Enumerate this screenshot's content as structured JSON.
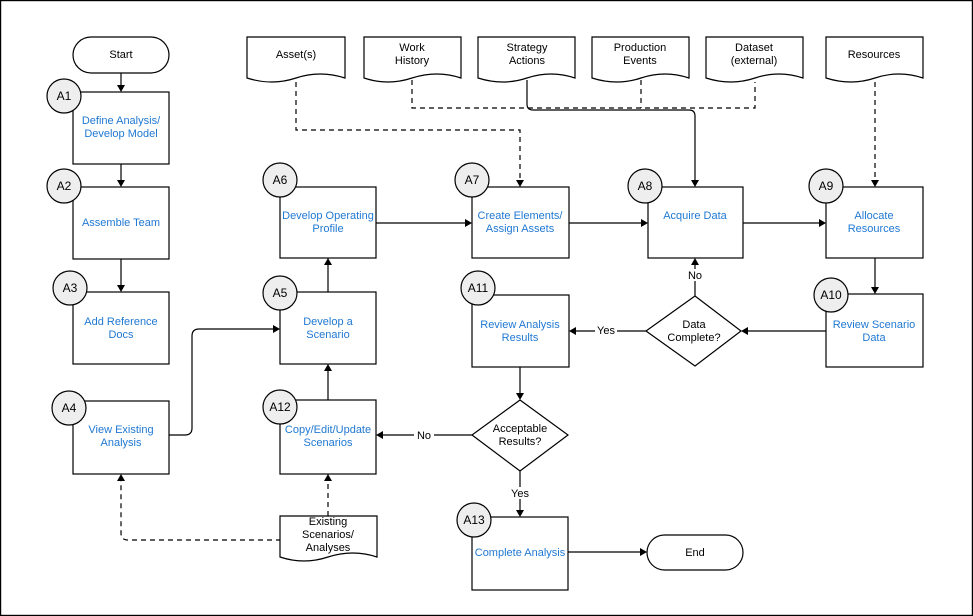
{
  "diagram": {
    "terminals": {
      "start": "Start",
      "end": "End"
    },
    "steps": {
      "a1": {
        "badge": "A1",
        "label": [
          "Define Analysis/",
          "Develop Model"
        ]
      },
      "a2": {
        "badge": "A2",
        "label": [
          "Assemble Team"
        ]
      },
      "a3": {
        "badge": "A3",
        "label": [
          "Add Reference",
          "Docs"
        ]
      },
      "a4": {
        "badge": "A4",
        "label": [
          "View Existing",
          "Analysis"
        ]
      },
      "a5": {
        "badge": "A5",
        "label": [
          "Develop a",
          "Scenario"
        ]
      },
      "a6": {
        "badge": "A6",
        "label": [
          "Develop Operating",
          "Profile"
        ]
      },
      "a7": {
        "badge": "A7",
        "label": [
          "Create Elements/",
          "Assign Assets"
        ]
      },
      "a8": {
        "badge": "A8",
        "label": [
          "Acquire Data"
        ]
      },
      "a9": {
        "badge": "A9",
        "label": [
          "Allocate",
          "Resources"
        ]
      },
      "a10": {
        "badge": "A10",
        "label": [
          "Review Scenario",
          "Data"
        ]
      },
      "a11": {
        "badge": "A11",
        "label": [
          "Review Analysis",
          "Results"
        ]
      },
      "a12": {
        "badge": "A12",
        "label": [
          "Copy/Edit/Update",
          "Scenarios"
        ]
      },
      "a13": {
        "badge": "A13",
        "label": [
          "Complete Analysis"
        ]
      }
    },
    "decisions": {
      "data_complete": [
        "Data",
        "Complete?"
      ],
      "acceptable_results": [
        "Acceptable",
        "Results?"
      ]
    },
    "documents": {
      "assets": [
        "Asset(s)"
      ],
      "work_history": [
        "Work",
        "History"
      ],
      "strategy_actions": [
        "Strategy",
        "Actions"
      ],
      "production_events": [
        "Production",
        "Events"
      ],
      "dataset": [
        "Dataset",
        "(external)"
      ],
      "resources": [
        "Resources"
      ],
      "existing_scenarios": [
        "Existing",
        "Scenarios/",
        "Analyses"
      ]
    },
    "edge_labels": {
      "no_data": "No",
      "yes_data": "Yes",
      "no_results": "No",
      "yes_results": "Yes"
    },
    "colors": {
      "step_text": "#1f78d2",
      "badge_fill": "#eeeeee",
      "line": "#000000"
    }
  }
}
